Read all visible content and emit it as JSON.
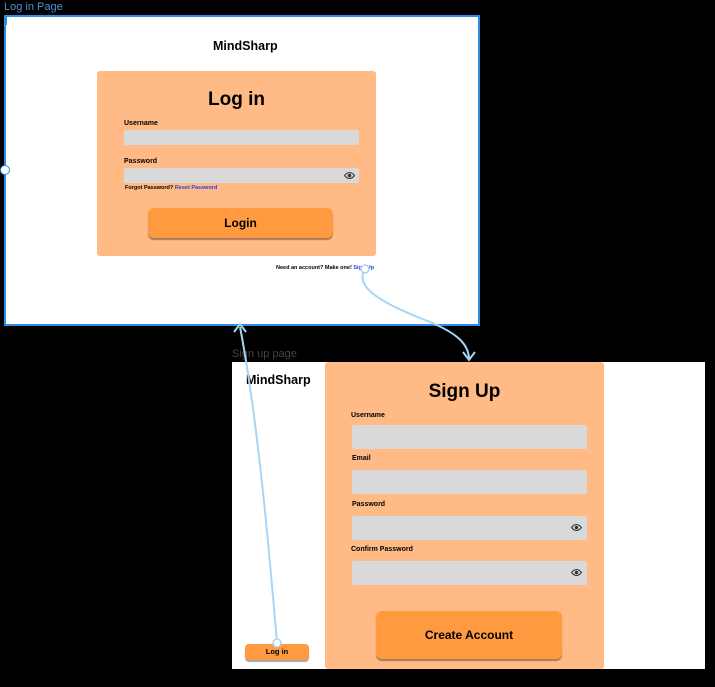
{
  "login_frame": {
    "frame_label": "Log in Page",
    "app_name": "MindSharp",
    "title": "Log in",
    "username_label": "Username",
    "password_label": "Password",
    "forgot_text": "Forgot Password?",
    "reset_link": "Reset Password",
    "login_button": "Login",
    "need_account_text": "Need an account? Make one!",
    "signup_link": "Sign Up"
  },
  "signup_frame": {
    "frame_label": "Sign up page",
    "app_name": "MindSharp",
    "title": "Sign Up",
    "username_label": "Username",
    "email_label": "Email",
    "password_label": "Password",
    "confirm_password_label": "Confirm Password",
    "create_button": "Create Account",
    "login_button": "Log in"
  },
  "colors": {
    "card": "#ffba85",
    "button": "#ff9a40",
    "field": "#d9d9d9",
    "selection": "#2f8be6",
    "connector": "#a8d4f5",
    "link": "#2b3fe0"
  },
  "icons": [
    "eye-icon"
  ]
}
